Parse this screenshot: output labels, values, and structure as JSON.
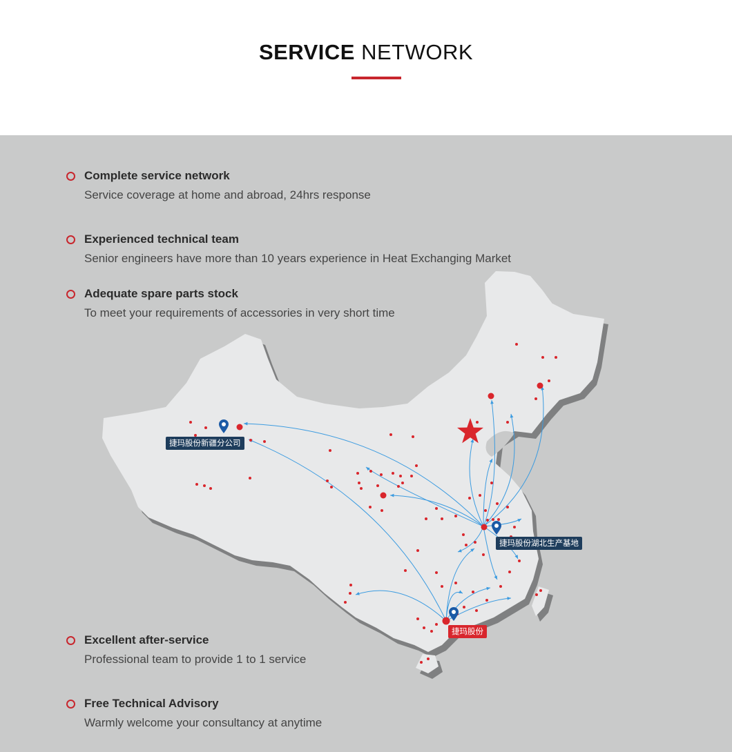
{
  "header": {
    "title_bold": "SERVICE",
    "title_light": "NETWORK",
    "accent_color": "#c8262d"
  },
  "features": [
    {
      "title": "Complete service network",
      "description": "Service coverage at home and abroad, 24hrs response"
    },
    {
      "title": "Experienced technical team",
      "description": "Senior engineers have more than 10 years experience in Heat Exchanging Market"
    },
    {
      "title": "Adequate spare parts stock",
      "description": "To meet your requirements of accessories in very short time"
    },
    {
      "title": "Excellent after-service",
      "description": "Professional team to provide 1 to 1 service"
    },
    {
      "title": "Free Technical Advisory",
      "description": "Warmly welcome your consultancy  at anytime"
    }
  ],
  "map": {
    "locations": [
      {
        "label": "捷玛股份新疆分公司",
        "style": "dark"
      },
      {
        "label": "捷玛股份湖北生产基地",
        "style": "dark"
      },
      {
        "label": "捷玛股份",
        "style": "red"
      }
    ],
    "marker_color": "#d9262c",
    "route_color": "#3b9be0",
    "pin_color": "#1a5aa6",
    "capital_icon": "star-icon"
  }
}
